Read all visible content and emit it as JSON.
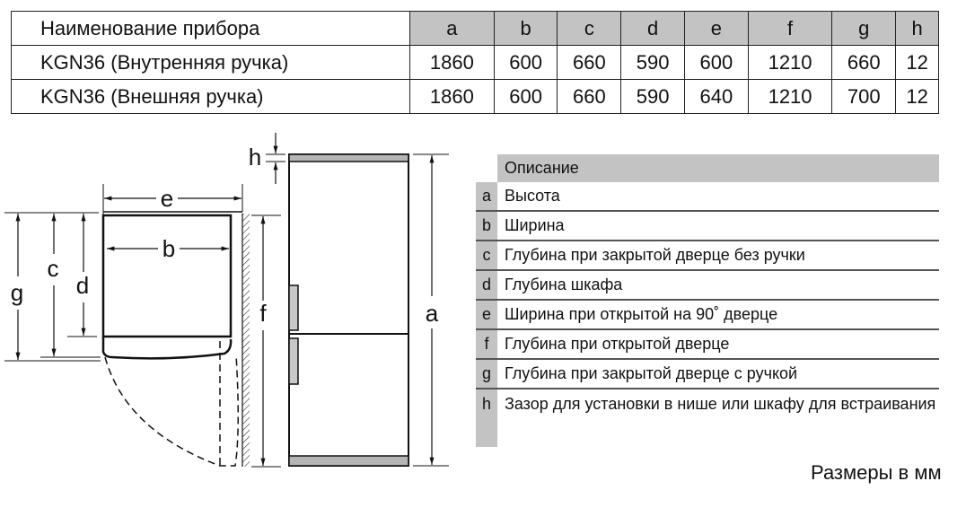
{
  "models_table": {
    "header": [
      "Наименование прибора",
      "a",
      "b",
      "c",
      "d",
      "e",
      "f",
      "g",
      "h"
    ],
    "rows": [
      [
        "KGN36 (Внутренняя ручка)",
        "1860",
        "600",
        "660",
        "590",
        "600",
        "1210",
        "660",
        "12"
      ],
      [
        "KGN36 (Внешняя ручка)",
        "1860",
        "600",
        "660",
        "590",
        "640",
        "1210",
        "700",
        "12"
      ]
    ]
  },
  "diagram_labels": {
    "a": "a",
    "b": "b",
    "c": "c",
    "d": "d",
    "e": "e",
    "f": "f",
    "g": "g",
    "h": "h"
  },
  "description_table": {
    "header": "Описание",
    "rows": [
      {
        "key": "a",
        "text": "Высота"
      },
      {
        "key": "b",
        "text": "Ширина"
      },
      {
        "key": "c",
        "text": "Глубина при закрытой дверце без ручки"
      },
      {
        "key": "d",
        "text": "Глубина шкафа"
      },
      {
        "key": "e",
        "text": "Ширина при открытой на 90˚ дверце"
      },
      {
        "key": "f",
        "text": "Глубина при открытой дверце"
      },
      {
        "key": "g",
        "text": "Глубина при закрытой дверце с ручкой"
      },
      {
        "key": "h",
        "text": "Зазор для установки в нише или шкафу для встраивания"
      }
    ]
  },
  "units_note": "Размеры в мм"
}
